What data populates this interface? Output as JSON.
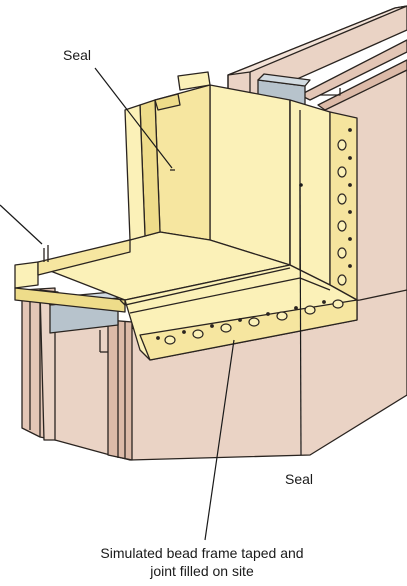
{
  "labels": {
    "seal_top": "Seal",
    "seal_bottom": "Seal",
    "caption_line1": "Simulated bead frame taped and",
    "caption_line2": "joint filled on site"
  },
  "colors": {
    "wall_face": "#ead3c5",
    "wall_shade": "#d8b7a6",
    "wall_dark": "#c9a08d",
    "frame_yellow": "#fbf1b8",
    "frame_yellow_dark": "#eedc8a",
    "metal": "#b7c3cc",
    "outline": "#2a2420"
  },
  "icons": [
    "hole-pattern"
  ]
}
